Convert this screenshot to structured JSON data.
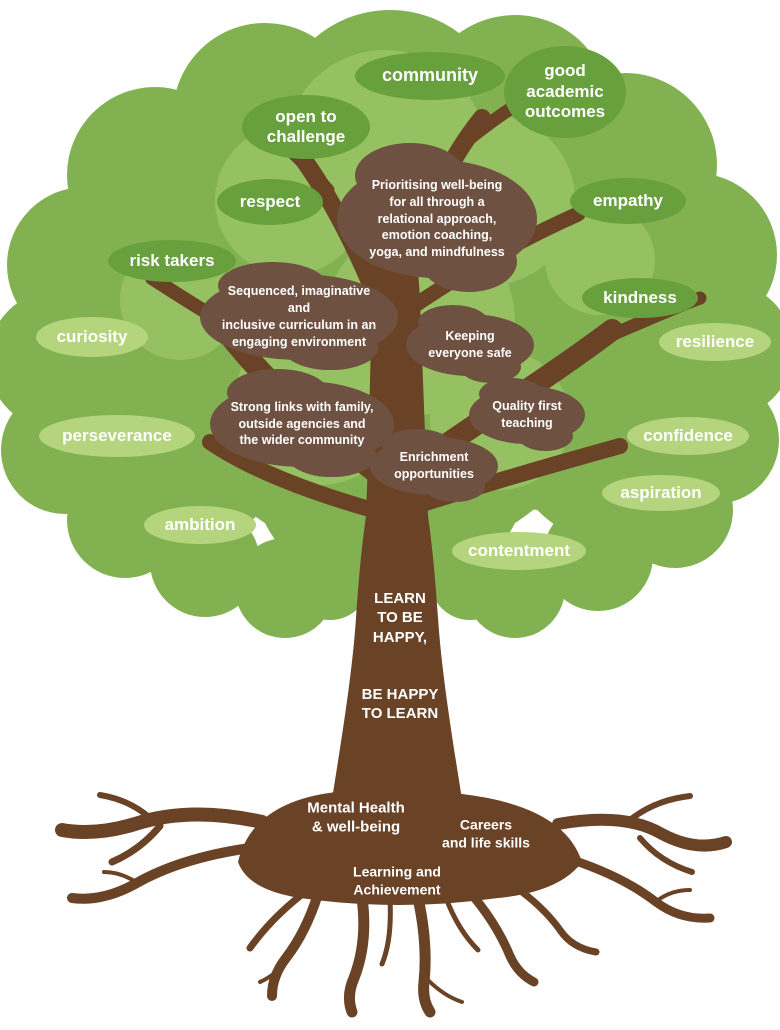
{
  "values": {
    "community": "community",
    "good_academic_outcomes": "good\nacademic\noutcomes",
    "open_to_challenge": "open to\nchallenge",
    "respect": "respect",
    "empathy": "empathy",
    "risk_takers": "risk takers",
    "kindness": "kindness",
    "curiosity": "curiosity",
    "resilience": "resilience",
    "perseverance": "perseverance",
    "confidence": "confidence",
    "aspiration": "aspiration",
    "ambition": "ambition",
    "contentment": "contentment"
  },
  "practices": {
    "wellbeing": "Prioritising well-being\nfor all through a\nrelational approach,\nemotion coaching,\nyoga, and mindfulness",
    "curriculum": "Sequenced, imaginative and\ninclusive curriculum in an\nengaging environment",
    "safety": "Keeping\neveryone safe",
    "family_links": "Strong links with family,\noutside agencies and\nthe wider community",
    "teaching": "Quality first\nteaching",
    "enrichment": "Enrichment\nopportunities"
  },
  "trunk": {
    "motto_line1": "LEARN\nTO BE\nHAPPY,",
    "motto_line2": "BE HAPPY\nTO LEARN"
  },
  "roots": {
    "mental_health": "Mental Health\n& well-being",
    "careers": "Careers\nand life skills",
    "learning": "Learning and\nAchievement"
  },
  "colors": {
    "canopy_green": "#82b152",
    "canopy_light_green": "#96c162",
    "leaf_pale_green": "#b5d47e",
    "leaf_dark_green": "#68a03e",
    "wood_brown": "#6a4326",
    "cloud_brown": "#6e5140",
    "text_white": "#ffffff"
  }
}
